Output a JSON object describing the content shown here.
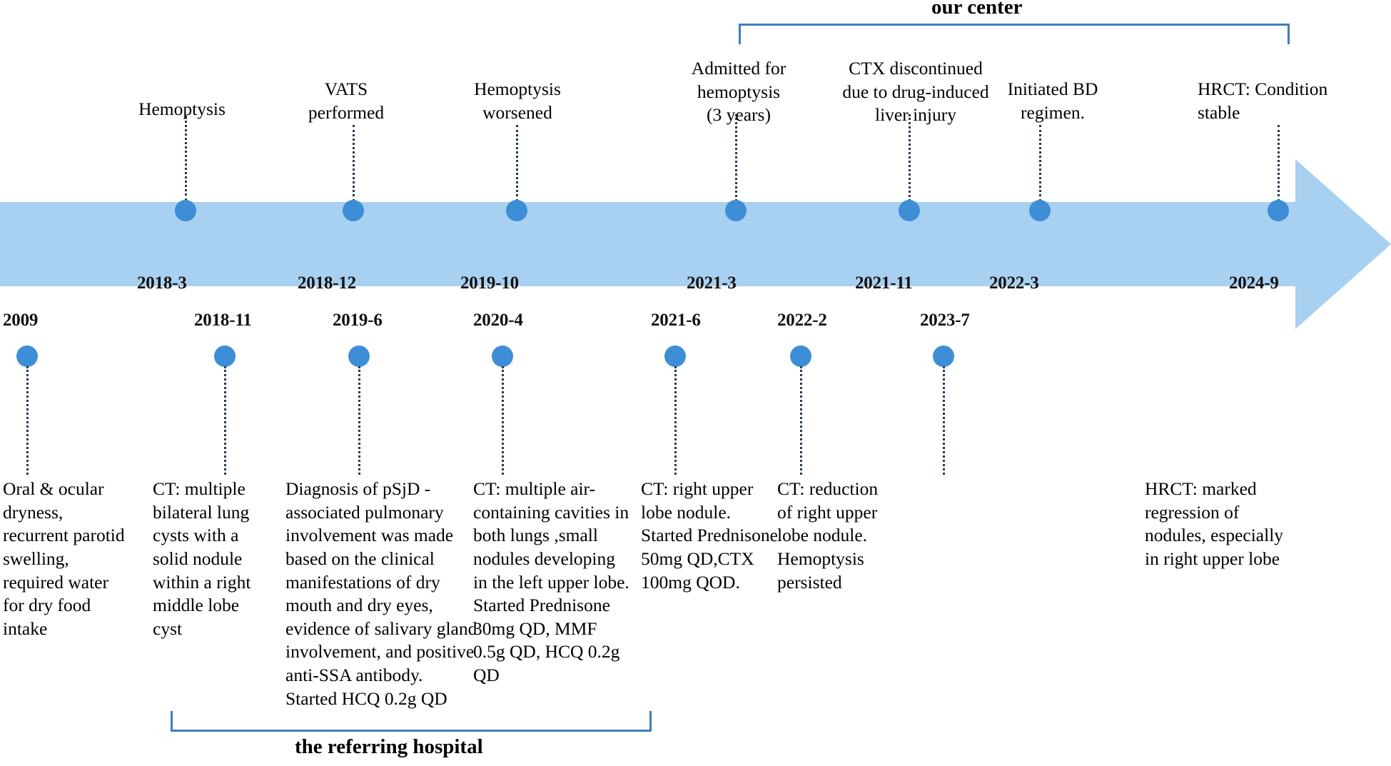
{
  "figure": {
    "kind": "clinical-timeline",
    "colors": {
      "bar": "#a8d0f0",
      "dot": "#3d8ed6",
      "bracket": "#3e7ebc",
      "leader": "#1d3b55",
      "text": "#000000"
    }
  },
  "brackets": {
    "top": {
      "label": "our center"
    },
    "bottom": {
      "label": "the referring hospital"
    }
  },
  "milestones": [
    {
      "date": "2009",
      "side": "below",
      "caption": "Oral & ocular\ndryness,\nrecurrent parotid\nswelling,\nrequired water\nfor dry food\nintake"
    },
    {
      "date": "2018-3",
      "side": "above",
      "caption": "Hemoptysis"
    },
    {
      "date": "2018-11",
      "side": "below",
      "caption": "CT: multiple\nbilateral lung\ncysts with a\nsolid nodule\nwithin a  right\nmiddle lobe\ncyst"
    },
    {
      "date": "2018-12",
      "side": "above",
      "caption": "VATS\nperformed"
    },
    {
      "date": "2019-6",
      "side": "below",
      "caption": "Diagnosis of pSjD -\nassociated pulmonary\ninvolvement was made\nbased on the clinical\nmanifestations of dry\nmouth and dry eyes,\nevidence of salivary gland\ninvolvement, and positive\nanti-SSA antibody.\nStarted HCQ 0.2g QD"
    },
    {
      "date": "2019-10",
      "side": "above",
      "caption": "Hemoptysis\nworsened"
    },
    {
      "date": "2020-4",
      "side": "below",
      "caption": "CT: multiple air-\ncontaining cavities in\nboth lungs ,small\nnodules developing\nin the left upper lobe.\nStarted Prednisone\n30mg QD, MMF\n0.5g QD, HCQ 0.2g\nQD"
    },
    {
      "date": "2021-3",
      "side": "above",
      "caption": "Admitted for\nhemoptysis\n(3 years)"
    },
    {
      "date": "2021-6",
      "side": "below",
      "caption": "CT: right upper\nlobe nodule.\nStarted Prednisone\n50mg QD,CTX\n100mg QOD."
    },
    {
      "date": "2021-11",
      "side": "above",
      "caption": "CTX discontinued\ndue to drug-induced\nliver injury"
    },
    {
      "date": "2022-2",
      "side": "below",
      "caption": "CT: reduction\nof right upper\nlobe nodule.\nHemoptysis\npersisted"
    },
    {
      "date": "2022-3",
      "side": "above",
      "caption": "Initiated BD\nregimen."
    },
    {
      "date": "2023-7",
      "side": "below",
      "caption": "HRCT: marked\nregression of\nnodules, especially\nin right upper lobe"
    },
    {
      "date": "2024-9",
      "side": "above",
      "caption": "HRCT: Condition\nstable"
    }
  ]
}
